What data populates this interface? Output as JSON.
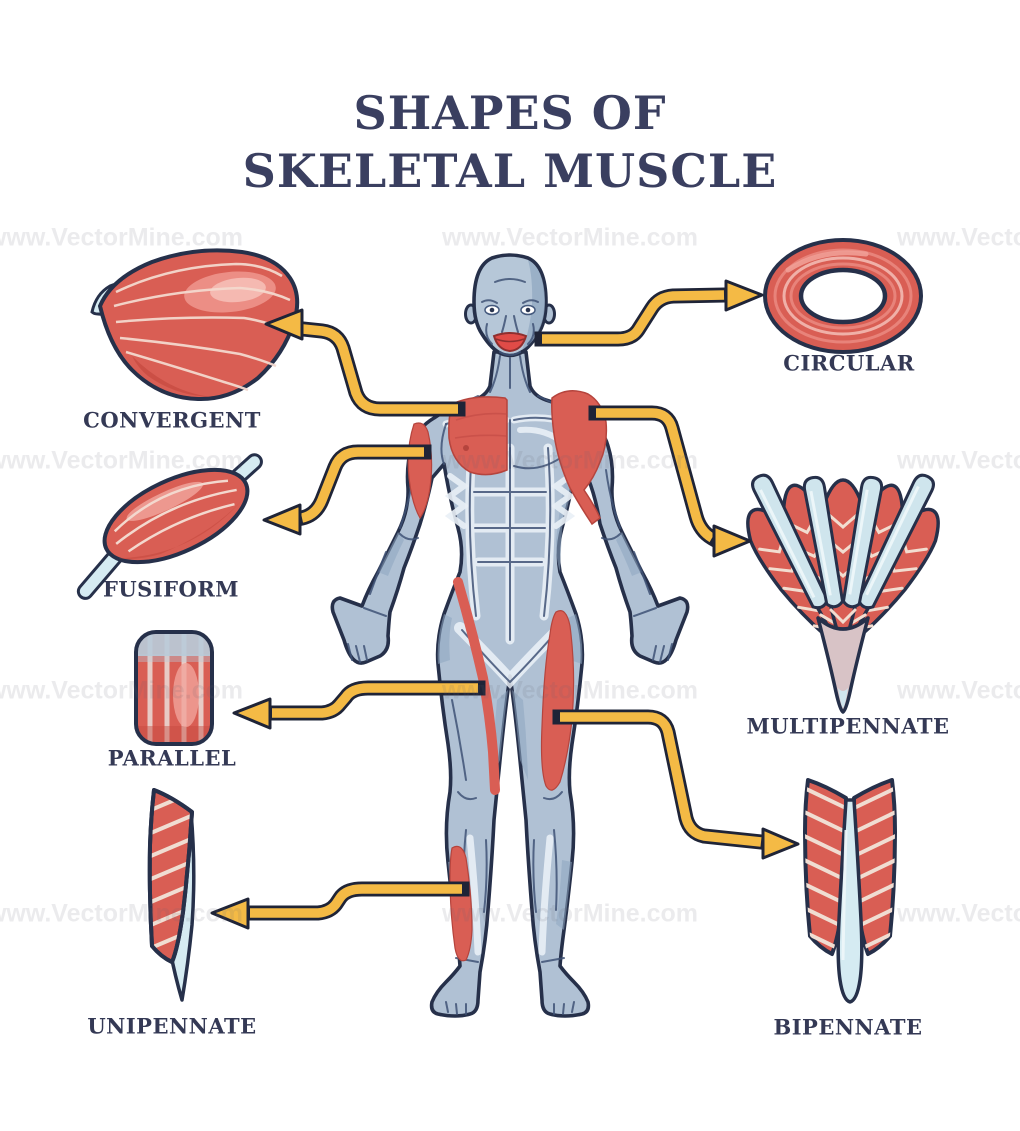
{
  "title": {
    "line1": "SHAPES OF",
    "line2": "SKELETAL MUSCLE"
  },
  "watermark": "www.VectorMine.com",
  "labels": {
    "convergent": "CONVERGENT",
    "fusiform": "FUSIFORM",
    "parallel": "PARALLEL",
    "unipennate": "UNIPENNATE",
    "circular": "CIRCULAR",
    "multipennate": "MULTIPENNATE",
    "bipennate": "BIPENNATE"
  },
  "colors": {
    "title_navy": "#3a3f60",
    "label_navy": "#343955",
    "arrow_yellow": "#f4ba45",
    "arrow_outline": "#1f2437",
    "muscle_red": "#d95e54",
    "muscle_red_dark": "#c5493f",
    "muscle_highlight": "#f0a29a",
    "stripe_cream": "#f0ddd2",
    "tendon_blue": "#d5ebf2",
    "body_blue": "#b0c1d4",
    "body_outline": "#26304a"
  }
}
